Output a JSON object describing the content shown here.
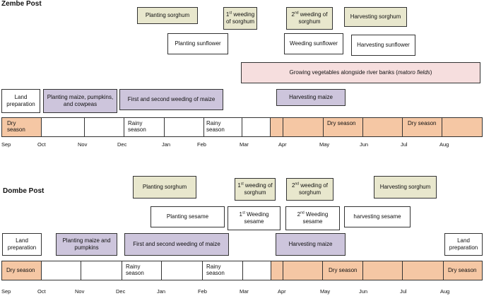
{
  "zembe": {
    "title": "Zembe Post",
    "planting_sorghum": "Planting sorghum",
    "weeding_sorghum_sup": "st",
    "weeding_sorghum_a": "1",
    "weeding_sorghum_b": " weeding of sorghum",
    "weeding2_sorghum_sup": "nd",
    "weeding2_sorghum_a": "2",
    "weeding2_sorghum_b": " weeding of sorghum",
    "harvesting_sorghum": "Harvesting sorghum",
    "planting_sunflower": "Planting sunflower",
    "weeding_sunflower": "Weeding sunflower",
    "harvesting_sunflower": "Harvesting sunflower",
    "vegetables_a": "Growing vegetables alongside river banks (",
    "vegetables_b": "matoro fields",
    "vegetables_c": ")",
    "land_preparation": "Land preparation",
    "planting_maize": "Planting maize, pumpkins, and cowpeas",
    "weeding_maize": "First and second  weeding of maize",
    "harvesting_maize": "Harvesting maize",
    "dry_season_1": "Dry season",
    "rainy_season_1": "Rainy season",
    "rainy_season_2": "Rainy season",
    "dry_season_2": "Dry season",
    "dry_season_3": "Dry season"
  },
  "dombe": {
    "title": "Dombe Post",
    "planting_sorghum": "Planting sorghum",
    "weeding_sorghum_a": "1",
    "weeding_sorghum_sup": "st",
    "weeding_sorghum_b": " weeding of sorghum",
    "weeding2_sorghum_a": "2",
    "weeding2_sorghum_sup": "nd",
    "weeding2_sorghum_b": " weeding of sorghum",
    "harvesting_sorghum": "Harvesting sorghum",
    "planting_sesame": "Planting sesame",
    "weeding1_sesame_a": "1",
    "weeding1_sesame_sup": "st",
    "weeding1_sesame_b": " Weeding sesame",
    "weeding2_sesame_a": "2",
    "weeding2_sesame_sup": "nd",
    "weeding2_sesame_b": " Weeding sesame",
    "harvesting_sesame": "harvesting sesame",
    "land_preparation_1": "Land preparation",
    "planting_maize": "Planting maize and pumpkins",
    "weeding_maize": "First and second weeding of maize",
    "harvesting_maize": "Harvesting maize",
    "land_preparation_2": "Land preparation",
    "dry_season_1": "Dry season",
    "rainy_season_1": "Rainy season",
    "rainy_season_2": "Rainy season",
    "dry_season_2": "Dry season",
    "dry_season_3": "Dry season"
  },
  "months": [
    "Sep",
    "Oct",
    "Nov",
    "Dec",
    "Jan",
    "Feb",
    "Mar",
    "Apr",
    "May",
    "Jun",
    "Jul",
    "Aug"
  ],
  "colors": {
    "dry_season": "#f5c7a4",
    "activity_olive": "#e8e7cd",
    "activity_purple": "#cdc5dc",
    "activity_pink": "#f6dede"
  }
}
